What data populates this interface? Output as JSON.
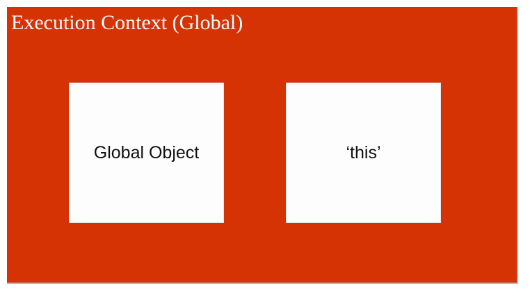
{
  "context": {
    "title": "Execution Context (Global)"
  },
  "boxes": {
    "global_object": "Global Object",
    "this": "‘this’"
  },
  "colors": {
    "context_background": "#d63305",
    "box_background": "#fdfdfd",
    "title_text": "#ffffff",
    "box_text": "#111111"
  }
}
